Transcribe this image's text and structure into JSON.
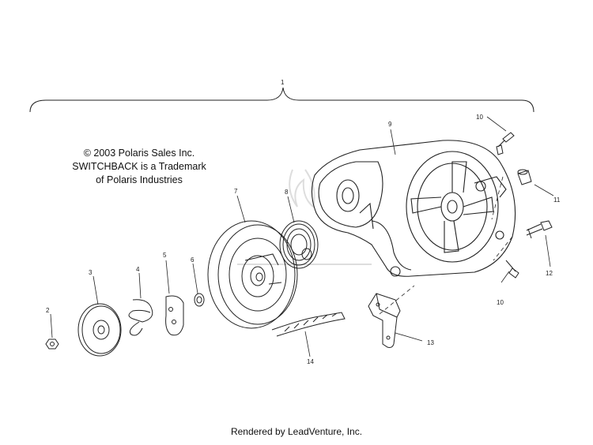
{
  "notice": {
    "copyright": "© 2003 Polaris Sales Inc.",
    "trademark_line1": "SWITCHBACK is a Trademark",
    "trademark_line2": "of Polaris Industries"
  },
  "callouts": {
    "c1": "1",
    "c2": "2",
    "c3": "3",
    "c4": "4",
    "c5": "5",
    "c6": "6",
    "c7": "7",
    "c8": "8",
    "c9": "9",
    "c10a": "10",
    "c10b": "10",
    "c11": "11",
    "c12": "12",
    "c13": "13",
    "c14": "14"
  },
  "footer": "Rendered by LeadVenture, Inc."
}
